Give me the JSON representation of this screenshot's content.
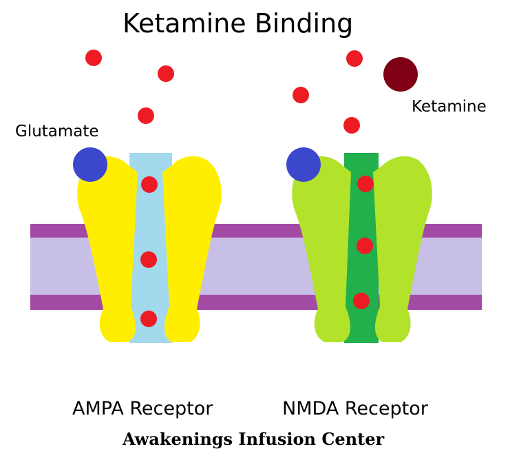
{
  "title": "Ketamine Binding",
  "labels": {
    "glutamate": "Glutamate",
    "ketamine": "Ketamine"
  },
  "receptors": [
    {
      "name": "AMPA Receptor",
      "outer_color": "#ffee00",
      "channel_color": "#a2d9ec"
    },
    {
      "name": "NMDA Receptor",
      "outer_color": "#b2e22a",
      "channel_color": "#21b04b"
    }
  ],
  "footer": "Awakenings Infusion Center",
  "colors": {
    "membrane_edge": "#a34aa5",
    "membrane_core": "#c8bfe6",
    "ion": "#ed1c24",
    "glutamate": "#3c48cc",
    "ketamine": "#7f0015"
  }
}
